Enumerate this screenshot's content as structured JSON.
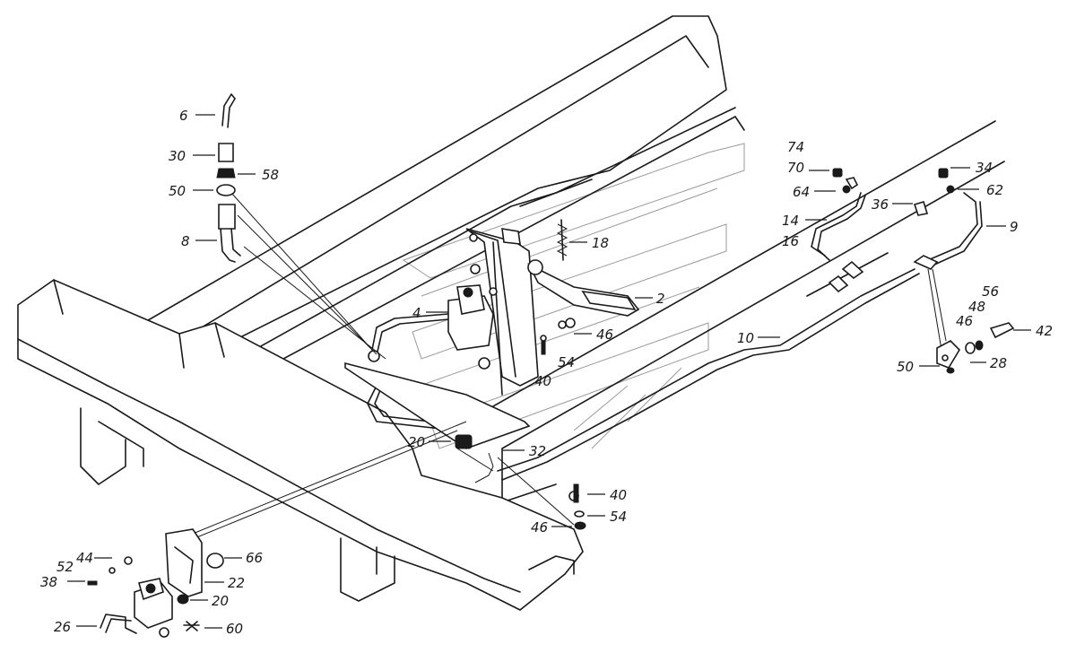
{
  "callouts": {
    "c2": "2",
    "c4": "4",
    "c6": "6",
    "c8": "8",
    "c9": "9",
    "c10": "10",
    "c14": "14",
    "c16": "16",
    "c18": "18",
    "c20a": "20",
    "c20b": "20",
    "c22": "22",
    "c26": "26",
    "c28": "28",
    "c30": "30",
    "c32": "32",
    "c34": "34",
    "c36": "36",
    "c38": "38",
    "c40a": "40",
    "c40b": "40",
    "c42": "42",
    "c44": "44",
    "c46a": "46",
    "c46b": "46",
    "c46c": "46",
    "c48": "48",
    "c50a": "50",
    "c50b": "50",
    "c52": "52",
    "c54a": "54",
    "c54b": "54",
    "c56": "56",
    "c58": "58",
    "c60": "60",
    "c62": "62",
    "c64": "64",
    "c66": "66",
    "c70": "70",
    "c74": "74"
  }
}
